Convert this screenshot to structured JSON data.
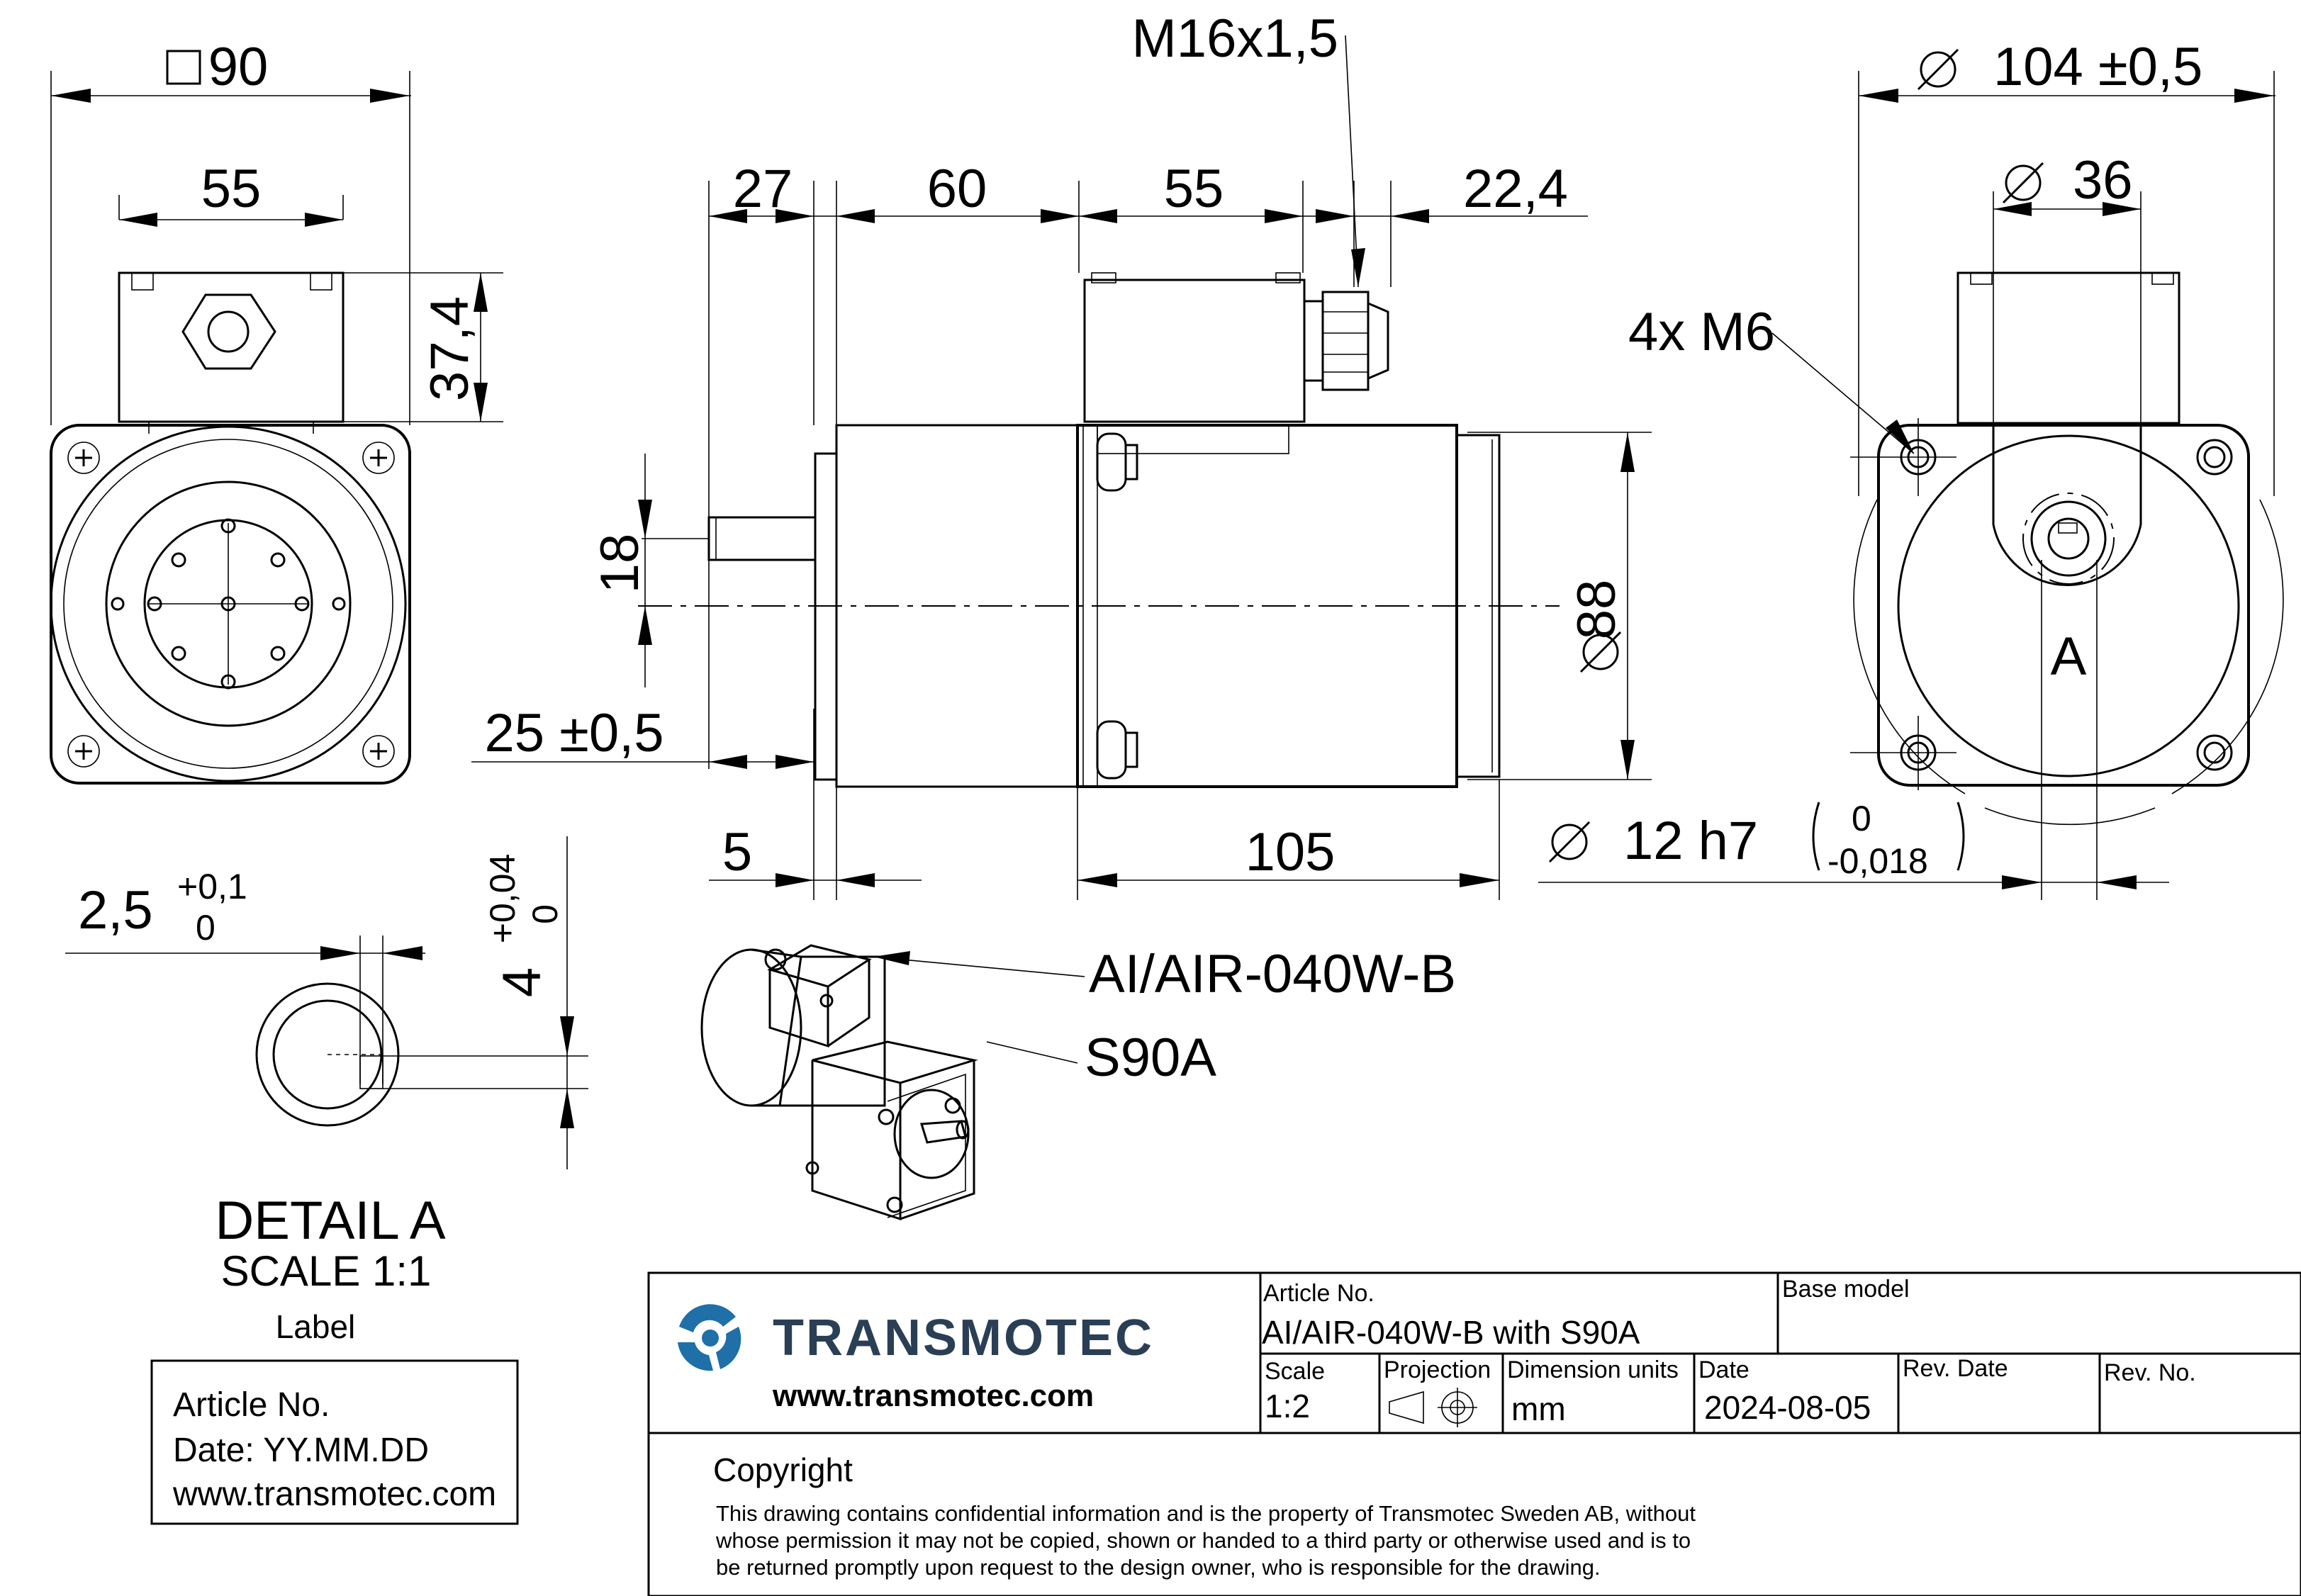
{
  "dimensions": {
    "square": "90",
    "d55_left": "55",
    "d37_4": "37,4",
    "m16": "M16x1,5",
    "d27": "27",
    "d60": "60",
    "d55_side": "55",
    "d22_4": "22,4",
    "d18": "18",
    "d88": "88",
    "d25": "25 ±0,5",
    "d5": "5",
    "d105": "105",
    "d104": "104 ±0,5",
    "d36": "36",
    "m6": "4x M6",
    "letter_a": "A",
    "d12": "12 h7",
    "d12_tol_upper": "0",
    "d12_tol_lower": "-0,018",
    "d2_5": "2,5",
    "d2_5_tol_upper": "+0,1",
    "d2_5_tol_lower": "0",
    "d4": "4",
    "d4_tol_upper": "+0,04",
    "d4_tol_lower": "0"
  },
  "callouts": {
    "motor": "AI/AIR-040W-B",
    "gearbox": "S90A"
  },
  "detail": {
    "title": "DETAIL A",
    "scale": "SCALE 1:1",
    "label_caption": "Label"
  },
  "label_box": {
    "line1": "Article No.",
    "line2": "Date: YY.MM.DD",
    "line3": "www.transmotec.com"
  },
  "title_block": {
    "company": "TRANSMOTEC",
    "website": "www.transmotec.com",
    "article_no_label": "Article No.",
    "article_no_value": "AI/AIR-040W-B with S90A",
    "base_model_label": "Base model",
    "scale_label": "Scale",
    "scale_value": "1:2",
    "projection_label": "Projection",
    "units_label": "Dimension units",
    "units_value": "mm",
    "date_label": "Date",
    "date_value": "2024-08-05",
    "rev_date_label": "Rev. Date",
    "rev_no_label": "Rev. No.",
    "copyright_title": "Copyright",
    "copyright_line1": "This drawing contains confidential information and is the property of Transmotec Sweden AB, without",
    "copyright_line2": "whose permission it may not be copied, shown or handed to a third party or otherwise used and is to",
    "copyright_line3": "be returned promptly upon request to the design owner, who is responsible for the drawing."
  },
  "colors": {
    "logo_blue": "#1f6fa8",
    "logo_dark": "#2a3f55",
    "line": "#000000"
  }
}
